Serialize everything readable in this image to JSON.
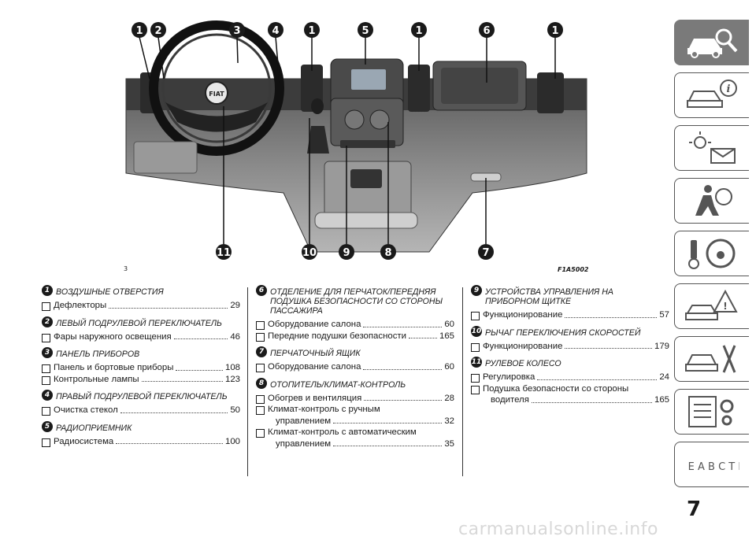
{
  "figure": {
    "number": "3",
    "code": "F1A5002",
    "callouts_top": [
      "1",
      "2",
      "3",
      "4",
      "1",
      "5",
      "1",
      "6",
      "1"
    ],
    "callouts_bottom": [
      "11",
      "10",
      "9",
      "8",
      "7"
    ],
    "logo_text": "FIAT"
  },
  "sections": [
    {
      "num": "1",
      "title": "ВОЗДУШНЫЕ ОТВЕРСТИЯ",
      "entries": [
        {
          "label": "Дефлекторы",
          "page": "29"
        }
      ]
    },
    {
      "num": "2",
      "title": "ЛЕВЫЙ ПОДРУЛЕВОЙ ПЕРЕКЛЮЧАТЕЛЬ",
      "entries": [
        {
          "label": "Фары наружного освещения",
          "page": "46"
        }
      ]
    },
    {
      "num": "3",
      "title": "ПАНЕЛЬ ПРИБОРОВ",
      "entries": [
        {
          "label": "Панель и бортовые приборы",
          "page": "108"
        },
        {
          "label": "Контрольные лампы",
          "page": "123"
        }
      ]
    },
    {
      "num": "4",
      "title": "ПРАВЫЙ ПОДРУЛЕВОЙ ПЕРЕКЛЮЧАТЕЛЬ",
      "entries": [
        {
          "label": "Очистка стекол",
          "page": "50"
        }
      ]
    },
    {
      "num": "5",
      "title": "РАДИОПРИЕМНИК",
      "entries": [
        {
          "label": "Радиосистема",
          "page": "100"
        }
      ]
    },
    {
      "num": "6",
      "title": "ОТДЕЛЕНИЕ ДЛЯ ПЕРЧАТОК/ПЕРЕДНЯЯ ПОДУШКА БЕЗОПАСНОСТИ СО СТОРОНЫ ПАССАЖИРА",
      "entries": [
        {
          "label": "Оборудование салона",
          "page": "60"
        },
        {
          "label": "Передние подушки безопасности",
          "page": "165"
        }
      ]
    },
    {
      "num": "7",
      "title": "ПЕРЧАТОЧНЫЙ ЯЩИК",
      "entries": [
        {
          "label": "Оборудование салона",
          "page": "60"
        }
      ]
    },
    {
      "num": "8",
      "title": "ОТОПИТЕЛЬ/КЛИМАТ-КОНТРОЛЬ",
      "entries": [
        {
          "label": "Обогрев и вентиляция",
          "page": "28"
        },
        {
          "label": "Климат-контроль с ручным",
          "label2": "управлением",
          "page": "32"
        },
        {
          "label": "Климат-контроль с автоматическим",
          "label2": "управлением",
          "page": "35"
        }
      ]
    },
    {
      "num": "9",
      "title": "УСТРОЙСТВА УПРАВЛЕНИЯ НА ПРИБОРНОМ ЩИТКЕ",
      "entries": [
        {
          "label": "Функционирование",
          "page": "57"
        }
      ]
    },
    {
      "num": "10",
      "title": "РЫЧАГ ПЕРЕКЛЮЧЕНИЯ СКОРОСТЕЙ",
      "entries": [
        {
          "label": "Функционирование",
          "page": "179"
        }
      ]
    },
    {
      "num": "11",
      "title": "РУЛЕВОЕ КОЛЕСО",
      "entries": [
        {
          "label": "Регулировка",
          "page": "24"
        },
        {
          "label": "Подушка безопасности со стороны",
          "label2": "водителя",
          "page": "165"
        }
      ]
    }
  ],
  "sidebar": {
    "tabs": [
      "car-search-icon",
      "car-info-icon",
      "warning-light-envelope-icon",
      "airbag-person-icon",
      "key-steering-wheel-icon",
      "car-skid-warning-icon",
      "car-tools-icon",
      "list-gears-icon",
      "alphabet-index-icon"
    ],
    "index_letters": "Z E A B C T D"
  },
  "page_number": "7",
  "watermark": "carmanualsonline.info",
  "colors": {
    "text": "#1a1a1a",
    "sidebar_active": "#7a7a7a",
    "dashboard": "#6d6d6d"
  }
}
